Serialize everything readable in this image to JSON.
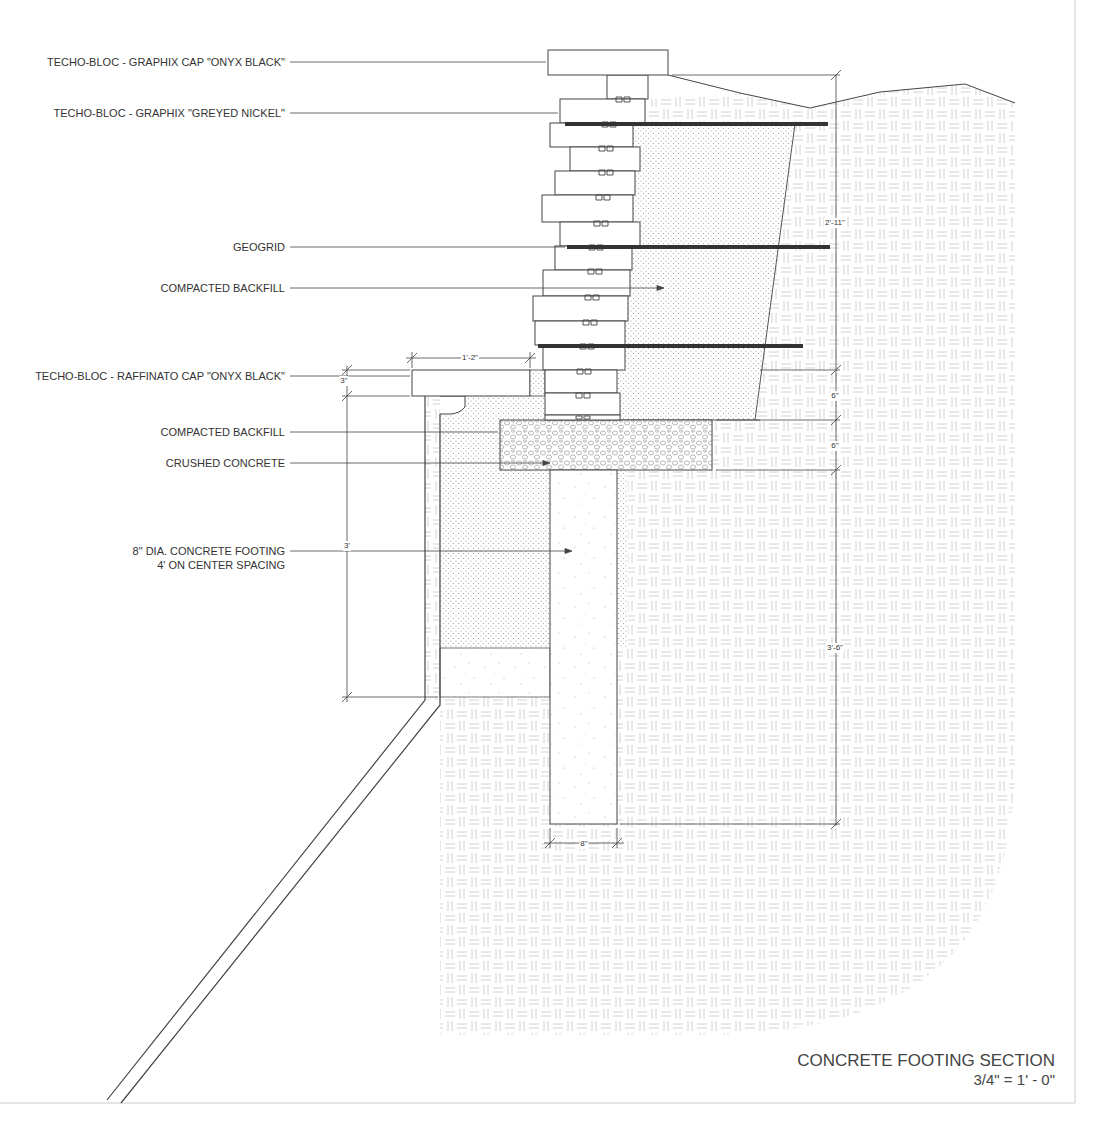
{
  "diagram": {
    "title": "CONCRETE FOOTING SECTION",
    "caption": "3/4\" = 1' - 0\"",
    "labels": [
      "TECHO-BLOC - GRAPHIX CAP \"ONYX BLACK\"",
      "TECHO-BLOC - GRAPHIX \"GREYED NICKEL\"",
      "2'-11\"",
      "GEOGRID",
      "COMPACTED BACKFILL",
      "1'-2\"",
      "TECHO-BLOC - RAFFINATO CAP \"ONYX BLACK\"",
      "3\"",
      "6\"",
      "COMPACTED BACKFILL",
      "6\"",
      "CRUSHED CONCRETE",
      "3'",
      "8\" DIA. CONCRETE FOOTING 4' ON CENTER SPACING",
      "3'-6\"",
      "8\""
    ]
  }
}
